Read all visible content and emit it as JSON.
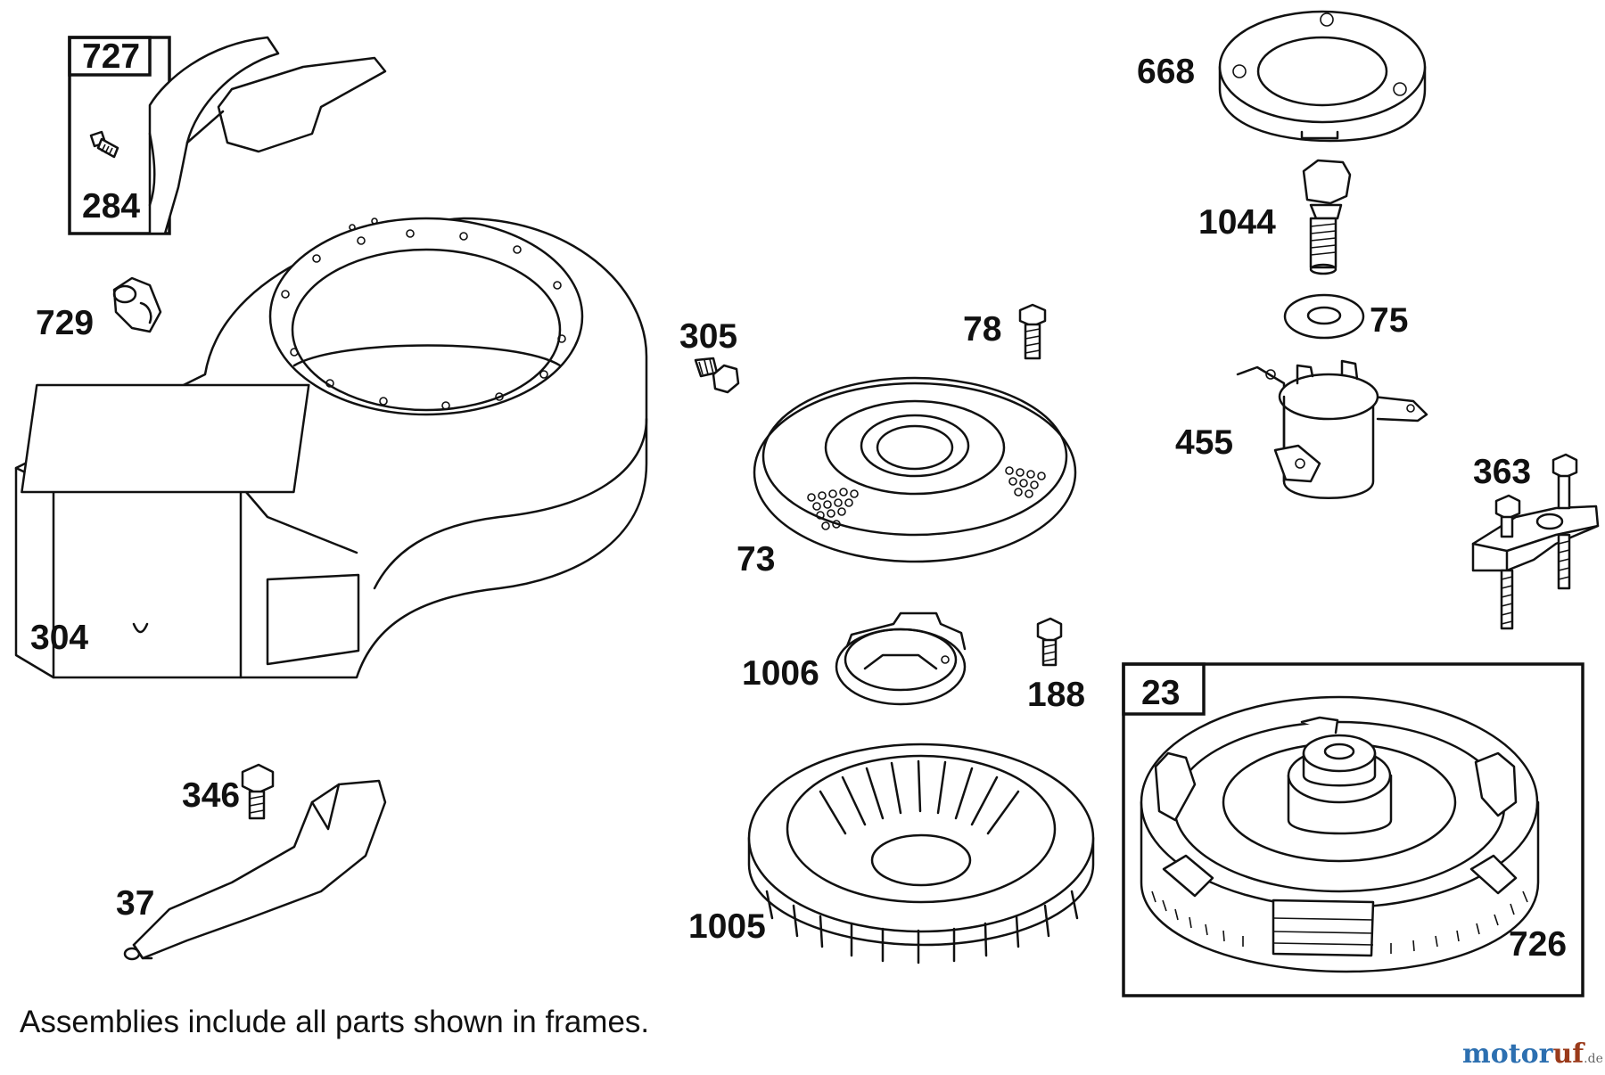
{
  "labels": {
    "p727": "727",
    "p284": "284",
    "p729": "729",
    "p304": "304",
    "p346": "346",
    "p37": "37",
    "p305": "305",
    "p78": "78",
    "p73": "73",
    "p1006": "1006",
    "p188": "188",
    "p1005": "1005",
    "p668": "668",
    "p1044": "1044",
    "p75": "75",
    "p455": "455",
    "p363": "363",
    "p23": "23",
    "p726": "726"
  },
  "footnote": "Assemblies include all parts shown in frames.",
  "watermark": {
    "brand_a": "motor",
    "brand_b": "uf",
    "suffix": ".de",
    "color_a": "#2c6fb0",
    "color_b": "#9a3a1a"
  }
}
